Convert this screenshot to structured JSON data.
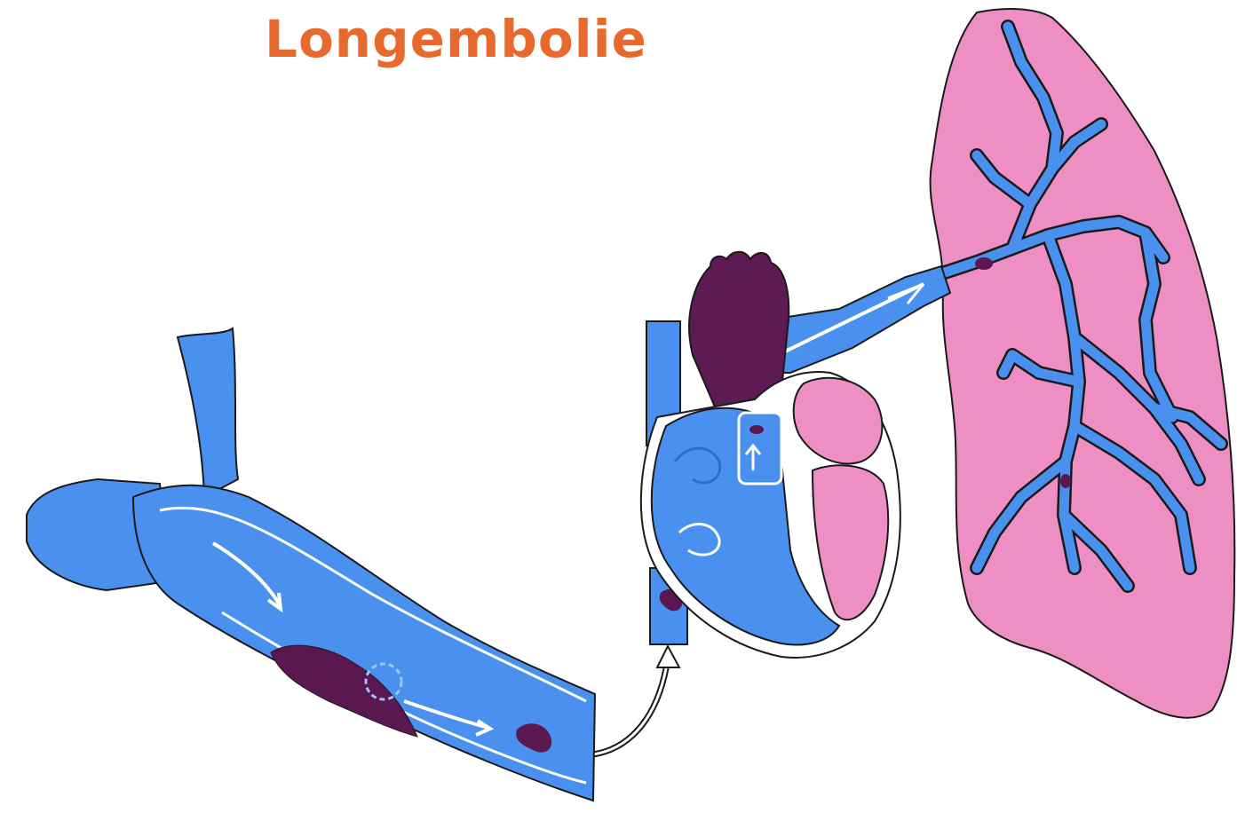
{
  "title": "Longembolie",
  "colors": {
    "title": "#E8692E",
    "vessel_blue": "#4A90EE",
    "vessel_dark_blue": "#2E6FC4",
    "clot_purple": "#5A1750",
    "lung_pink": "#EE8FC3",
    "heart_purple": "#5E1A52",
    "outline": "#1A1A1A"
  },
  "icons": [
    "flow-arrow-icon",
    "clot-shape",
    "heart-illustration",
    "lung-illustration",
    "leg-vein-illustration"
  ]
}
